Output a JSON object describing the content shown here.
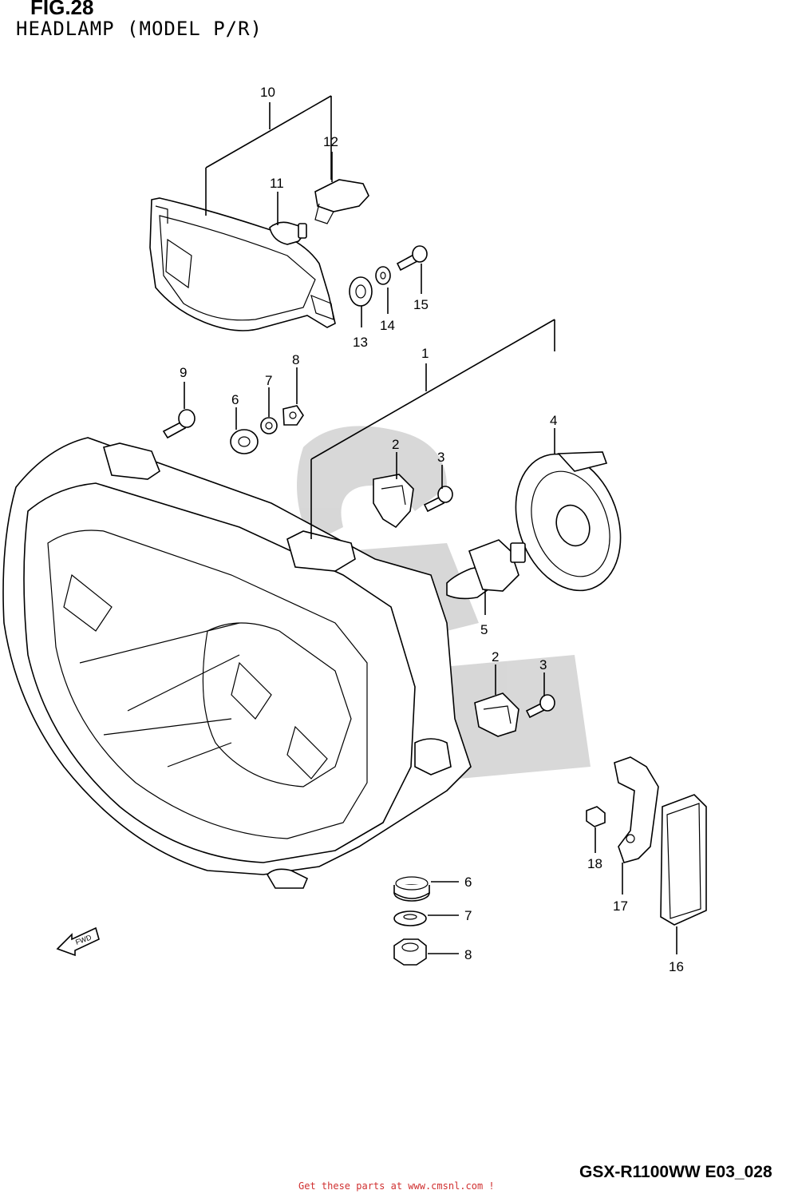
{
  "header": {
    "fig_number": "FIG.28",
    "title": "HEADLAMP (MODEL P/R)"
  },
  "callouts": {
    "c1": "1",
    "c2a": "2",
    "c2b": "2",
    "c3a": "3",
    "c3b": "3",
    "c4": "4",
    "c5": "5",
    "c6a": "6",
    "c6b": "6",
    "c7a": "7",
    "c7b": "7",
    "c8a": "8",
    "c8b": "8",
    "c9": "9",
    "c10": "10",
    "c11": "11",
    "c12": "12",
    "c13": "13",
    "c14": "14",
    "c15": "15",
    "c16": "16",
    "c17": "17",
    "c18": "18"
  },
  "fwd_arrow_label": "FWD",
  "model_code": "GSX-R1100WW  E03_028",
  "footer": "Get these parts at www.cmsnl.com !",
  "colors": {
    "line": "#000000",
    "footer_text": "#d03030",
    "watermark": "#b8b8b8"
  }
}
